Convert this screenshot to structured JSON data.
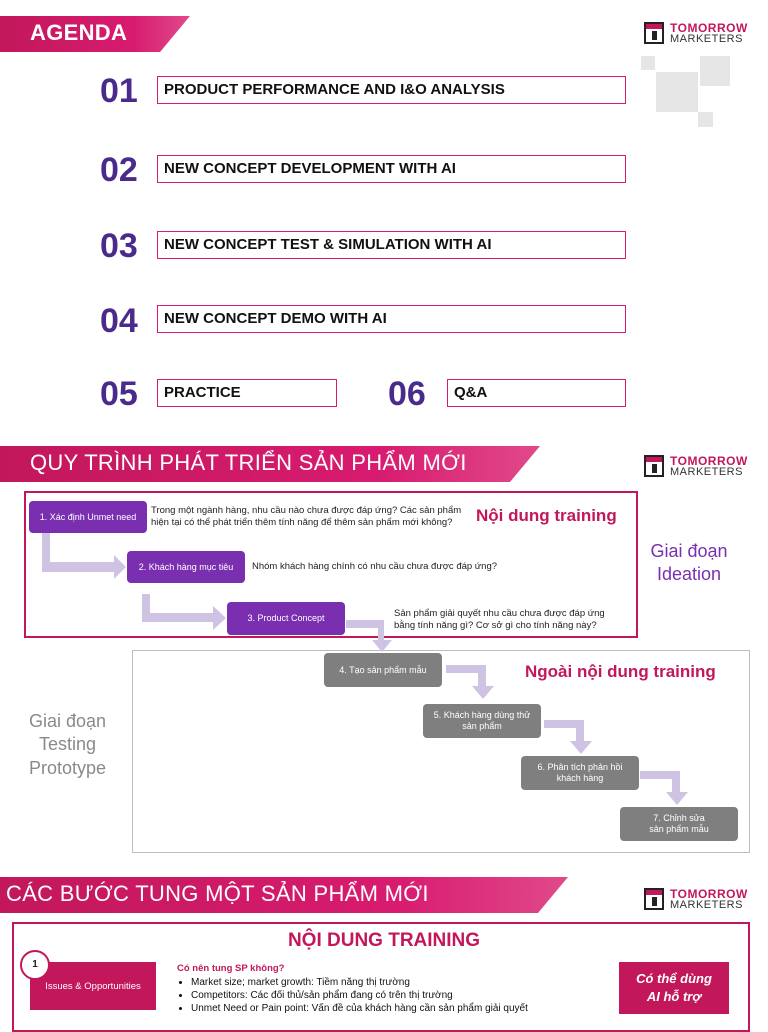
{
  "brand": {
    "line1": "TOMORROW",
    "line2": "MARKETERS"
  },
  "agenda": {
    "title": "AGENDA",
    "items": [
      {
        "num": "01",
        "label": "PRODUCT PERFORMANCE AND I&O ANALYSIS"
      },
      {
        "num": "02",
        "label": "NEW CONCEPT DEVELOPMENT WITH AI"
      },
      {
        "num": "03",
        "label": "NEW CONCEPT TEST & SIMULATION WITH AI"
      },
      {
        "num": "04",
        "label": "NEW CONCEPT DEMO WITH AI"
      },
      {
        "num": "05",
        "label": "PRACTICE"
      },
      {
        "num": "06",
        "label": "Q&A"
      }
    ]
  },
  "process": {
    "title": "QUY TRÌNH PHÁT TRIỂN SẢN PHẨM MỚI",
    "training_label": "Nội dung training",
    "outside_label": "Ngoài nội dung training",
    "phase_ideation": {
      "line1": "Giai đoạn",
      "line2": "Ideation"
    },
    "phase_testing": {
      "line1": "Giai đoạn",
      "line2": "Testing",
      "line3": "Prototype"
    },
    "steps": [
      {
        "label": "1. Xác định Unmet need",
        "note_line1": "Trong một ngành hàng, nhu cầu nào chưa được đáp ứng? Các sản phẩm",
        "note_line2": "hiện tại có thể phát triển thêm tính năng để thêm sản phẩm mới không?"
      },
      {
        "label": "2. Khách hàng mục tiêu",
        "note_line1": "Nhóm khách hàng chính có nhu cầu chưa được đáp ứng?"
      },
      {
        "label": "3. Product Concept",
        "note_line1": "Sản phẩm giải quyết nhu cầu chưa được đáp ứng",
        "note_line2": "bằng tính năng gì? Cơ sở gì cho tính năng này?"
      },
      {
        "label": "4. Tạo sản phẩm mẫu"
      },
      {
        "label_line1": "5. Khách hàng dùng thử",
        "label_line2": "sản phẩm"
      },
      {
        "label_line1": "6. Phân tích phản hồi",
        "label_line2": "khách hàng"
      },
      {
        "label_line1": "7. Chỉnh sửa",
        "label_line2": "sản phẩm mẫu"
      }
    ]
  },
  "launch": {
    "title": "CÁC BƯỚC TUNG MỘT SẢN PHẨM MỚI",
    "subtitle": "NỘI DUNG TRAINING",
    "step_num": "1",
    "step_label": "Issues & Opportunities",
    "question": "Có nên tung SP không?",
    "bullets": [
      "Market size; market growth: Tiềm năng thị trường",
      "Competitors: Các đối thủ/sản phẩm đang có trên thị trường",
      "Unmet Need or Pain point: Vấn đề của khách hàng cần sản phẩm giải quyết"
    ],
    "ai_line1": "Có thể dùng",
    "ai_line2": "AI hỗ trợ"
  }
}
